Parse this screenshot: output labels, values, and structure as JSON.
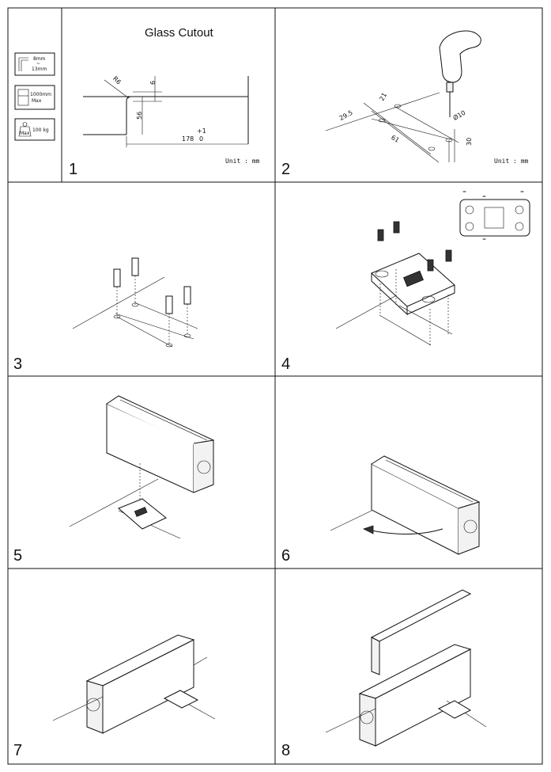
{
  "panels": [
    {
      "number": "1"
    },
    {
      "number": "2"
    },
    {
      "number": "3"
    },
    {
      "number": "4"
    },
    {
      "number": "5"
    },
    {
      "number": "6"
    },
    {
      "number": "7"
    },
    {
      "number": "8"
    }
  ],
  "specs": {
    "glass_thickness_top": "8mm",
    "glass_thickness_sep": "~",
    "glass_thickness_bottom": "13mm",
    "door_width_value": "1000mm",
    "door_width_suffix": "Max",
    "weight_prefix": "Max",
    "weight_value": "100 kg"
  },
  "panel1": {
    "title": "Glass Cutout",
    "radius": "R6",
    "dim_6": "6",
    "dim_56": "56",
    "tol_plus": "+1",
    "length": "178",
    "tol_zero": "0",
    "unit": "Unit : mm"
  },
  "panel2": {
    "dim_21": "21",
    "dim_29_5": "29.5",
    "dim_61": "61",
    "dim_phi10": "Ø10",
    "dim_30": "30",
    "unit": "Unit : mm"
  },
  "panel4": {
    "eq_1": "=",
    "eq_2": "=",
    "eq_3": "=",
    "eq_4": "="
  }
}
